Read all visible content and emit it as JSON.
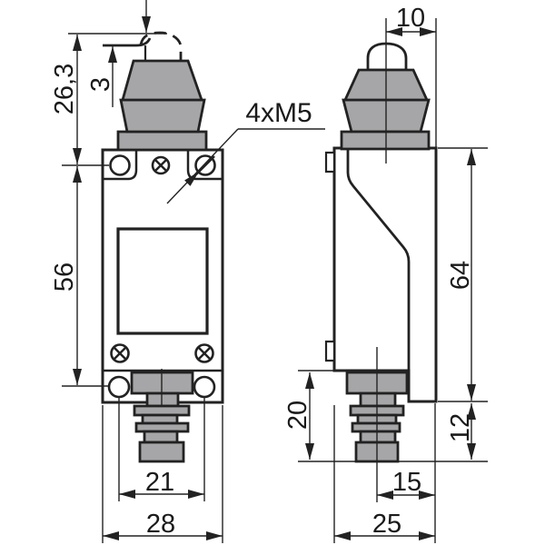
{
  "colors": {
    "line": "#222222",
    "gray_fill": "#a6a6a8",
    "background": "#ffffff",
    "text": "#1a1a1a"
  },
  "annotations": {
    "thread_callout": "4xM5"
  },
  "front_view": {
    "dims": {
      "overall_height": "26,3",
      "plunger_travel": "3",
      "mount_hole_spacing_vertical": "56",
      "mount_hole_spacing_horizontal": "21",
      "overall_width": "28"
    }
  },
  "side_view": {
    "dims": {
      "plunger_axis_to_edge": "10",
      "body_height": "64",
      "cable_gland_projection": "20",
      "lower_step_height": "12",
      "gland_axis_to_edge": "15",
      "overall_depth": "25"
    }
  }
}
